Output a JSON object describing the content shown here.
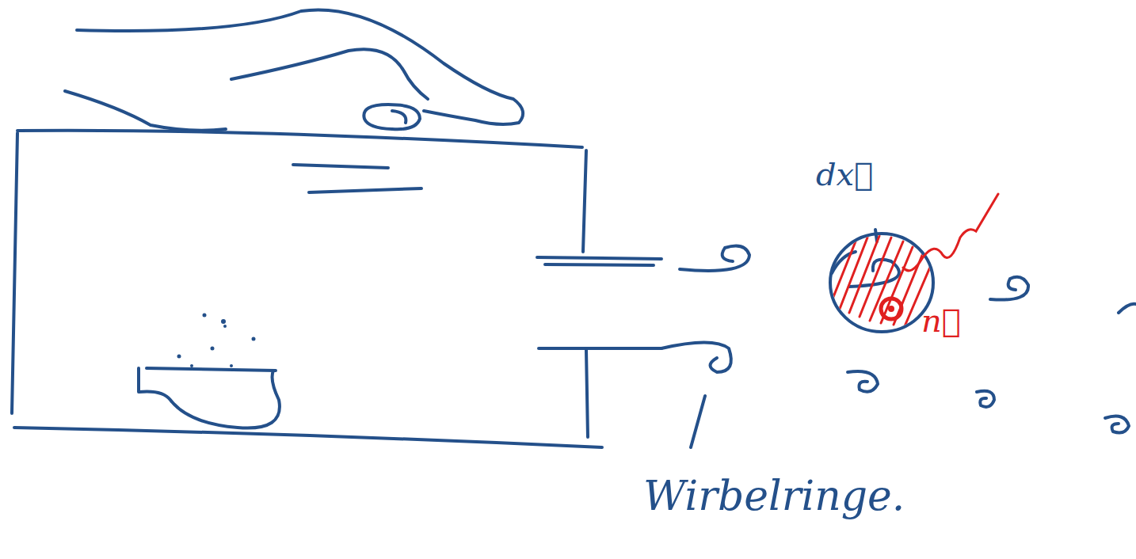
{
  "diagram": {
    "labels": [
      "dx⃗",
      "n⃗",
      "Wirbelringe."
    ]
  }
}
